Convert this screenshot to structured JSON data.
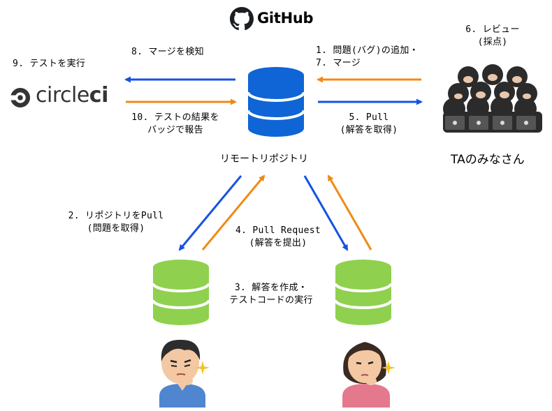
{
  "github": {
    "label": "GitHub"
  },
  "circleci": {
    "part1": "circle",
    "part2": "ci"
  },
  "nodes": {
    "remote_repo": "リモートリポジトリ",
    "ta_group": "TAのみなさん"
  },
  "steps": {
    "s1_line1": "1. 問題(バグ)の追加・",
    "s1_line2": "7. マージ",
    "s2_line1": "2. リポジトリをPull",
    "s2_line2": "(問題を取得)",
    "s3_line1": "3. 解答を作成・",
    "s3_line2": "テストコードの実行",
    "s4_line1": "4. Pull Request",
    "s4_line2": "(解答を提出)",
    "s5_line1": "5. Pull",
    "s5_line2": "(解答を取得)",
    "s6_line1": "6. レビュー",
    "s6_line2": "(採点)",
    "s8": "8. マージを検知",
    "s9": "9. テストを実行",
    "s10_line1": "10. テストの結果を",
    "s10_line2": "バッジで報告"
  },
  "colors": {
    "blue_arrow": "#1552e0",
    "orange_arrow": "#f08a16",
    "remote_db": "#0f65d6",
    "local_db": "#8fd14f",
    "student_shirt_male": "#4f86cf",
    "student_shirt_female": "#e4788d",
    "ta_hood": "#2b2b2b"
  },
  "icons": [
    "github-octocat-icon",
    "circleci-logo-icon",
    "database-icon",
    "student-avatar-icon",
    "ta-group-icon",
    "sparkle-icon"
  ]
}
